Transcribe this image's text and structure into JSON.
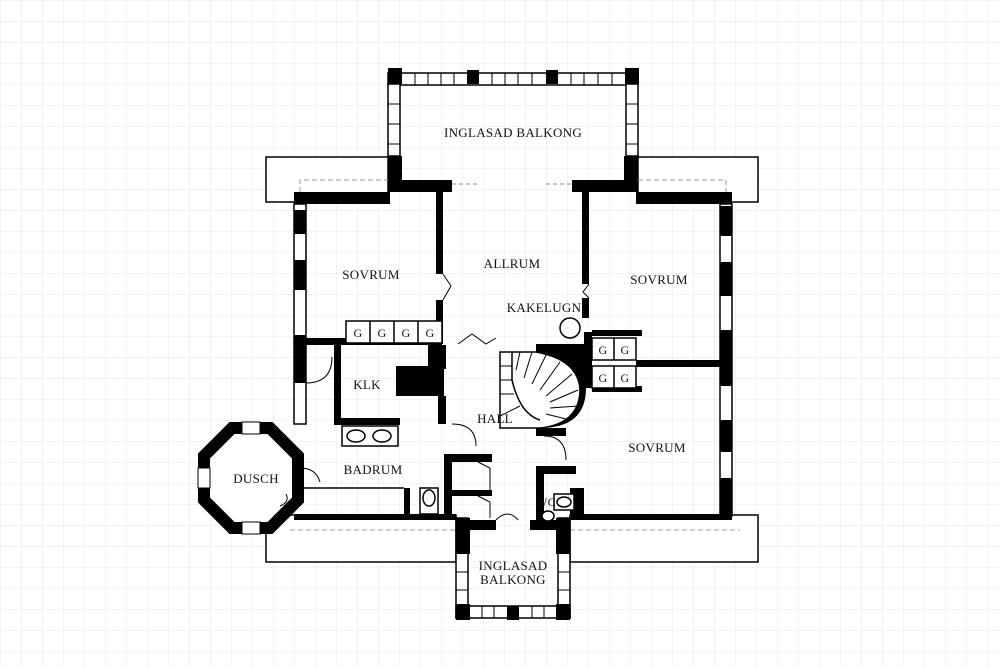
{
  "plan": {
    "rooms": {
      "balcony_top": "INGLASAD BALKONG",
      "living": "ALLRUM",
      "bedroom_left": "SOVRUM",
      "bedroom_right_top": "SOVRUM",
      "bedroom_right_bottom": "SOVRUM",
      "tile_stove": "KAKELUGN",
      "walk_in_closet": "KLK",
      "hall": "HALL",
      "bathroom": "BADRUM",
      "shower": "DUSCH",
      "toilet": "WC",
      "balcony_bottom_line1": "INGLASAD",
      "balcony_bottom_line2": "BALKONG"
    },
    "wardrobe_mark": "G"
  },
  "colors": {
    "wall": "#000000",
    "grid": "#e6e6e6",
    "background": "#ffffff",
    "dashed": "#888888"
  }
}
